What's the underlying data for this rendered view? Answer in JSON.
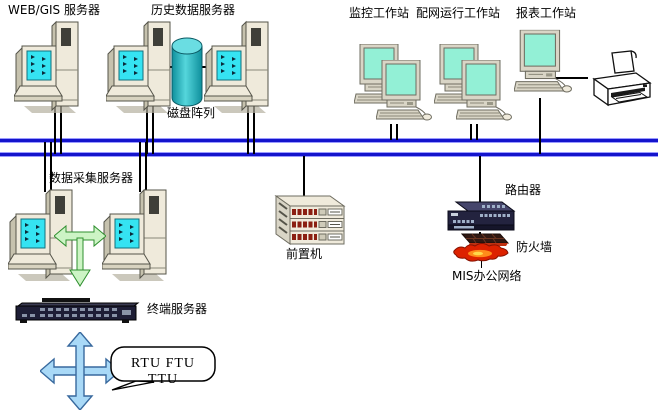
{
  "nodes": {
    "webgis_server": "WEB/GIS 服务器",
    "history_server": "历史数据服务器",
    "disk_array": "磁盘阵列",
    "monitor_workstation": "监控工作站",
    "distribution_workstation": "配网运行工作站",
    "report_workstation": "报表工作站",
    "daq_server": "数据采集服务器",
    "front_end_processor": "前置机",
    "router": "路由器",
    "firewall": "防火墙",
    "mis_network": "MIS办公网络",
    "terminal_server": "终端服务器",
    "rtu_callout": "RTU FTU TTU"
  },
  "colors": {
    "bus_blue": "#1414cc",
    "server_screen": "#35e3f2",
    "ws_screen": "#93f0d6",
    "device_beige": "#efeadb",
    "disk_teal": "#2ab9c2",
    "green_arrow_fill": "#cdf4c5",
    "green_arrow_stroke": "#2f8f2f",
    "blue_arrow_fill": "#a9d9f7",
    "blue_arrow_stroke": "#38699e",
    "router_navy": "#23233f",
    "flame_red": "#dd2200",
    "flame_orange": "#ff8c1a"
  }
}
